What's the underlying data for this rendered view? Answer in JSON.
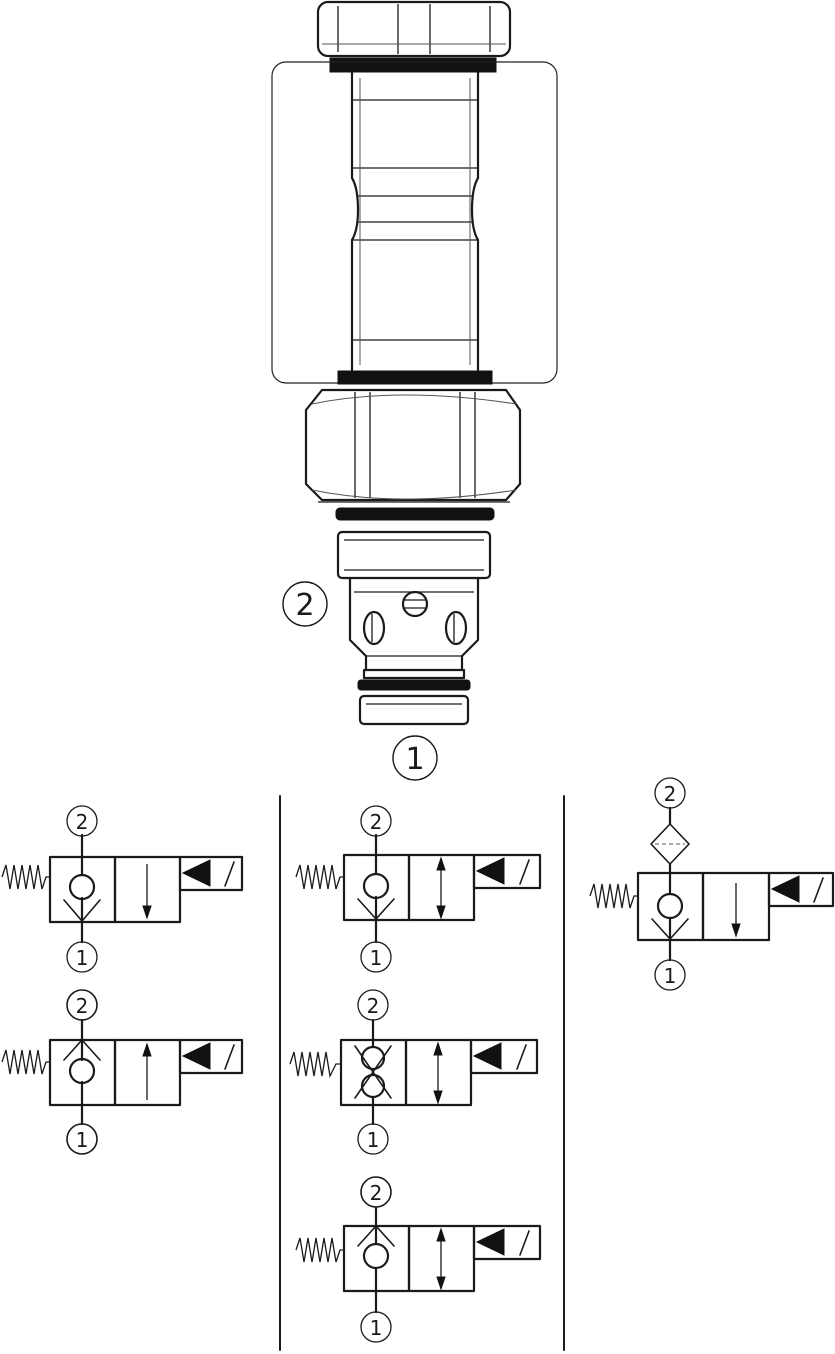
{
  "cartridge": {
    "port_labels": [
      "2",
      "1"
    ]
  },
  "symbols": [
    {
      "id": "a",
      "port_top": "2",
      "port_bottom": "1"
    },
    {
      "id": "b",
      "port_top": "2",
      "port_bottom": "1"
    },
    {
      "id": "c",
      "port_top": "2",
      "port_bottom": "1"
    },
    {
      "id": "d",
      "port_top": "2",
      "port_bottom": "1"
    },
    {
      "id": "e",
      "port_top": "2",
      "port_bottom": "1"
    },
    {
      "id": "f",
      "port_top": "2",
      "port_bottom": "1"
    }
  ]
}
